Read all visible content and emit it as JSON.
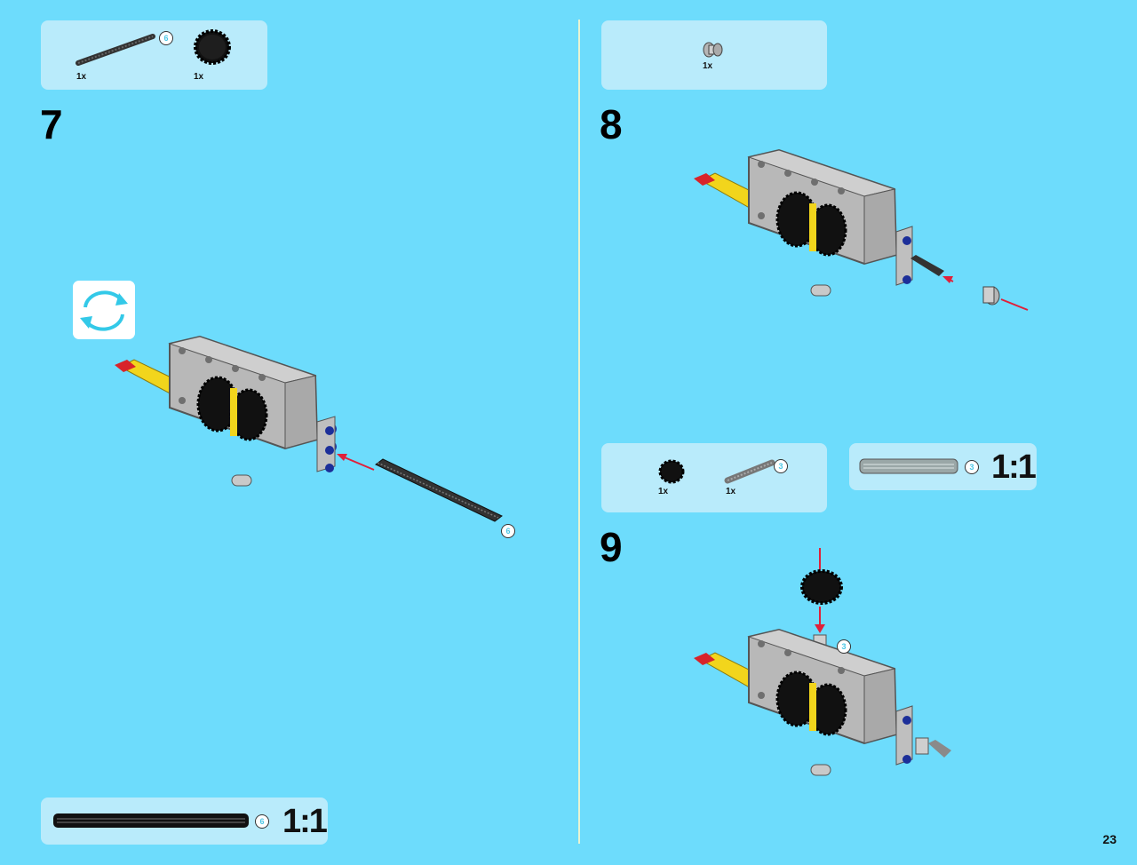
{
  "page": {
    "number": "23"
  },
  "colors": {
    "background": "#6ddcfc",
    "panel": "#b9ebfb",
    "arrow": "#e0203a",
    "badge_text": "#4bc7e6"
  },
  "steps": [
    {
      "number": "7",
      "parts": [
        {
          "icon": "axle-6-icon",
          "qty": "1x",
          "length": "6"
        },
        {
          "icon": "gear-icon",
          "qty": "1x"
        }
      ],
      "callout_badge": "6"
    },
    {
      "number": "8",
      "parts": [
        {
          "icon": "bush-icon",
          "qty": "1x"
        }
      ]
    },
    {
      "number": "9",
      "parts": [
        {
          "icon": "small-gear-icon",
          "qty": "1x"
        },
        {
          "icon": "axle-3-icon",
          "qty": "1x",
          "length": "3"
        }
      ],
      "callout_badge": "3"
    }
  ],
  "scale_guides": [
    {
      "length": "6",
      "ratio": "1:1"
    },
    {
      "length": "3",
      "ratio": "1:1"
    }
  ],
  "icons": {
    "rotate": "rotate-model-icon"
  }
}
